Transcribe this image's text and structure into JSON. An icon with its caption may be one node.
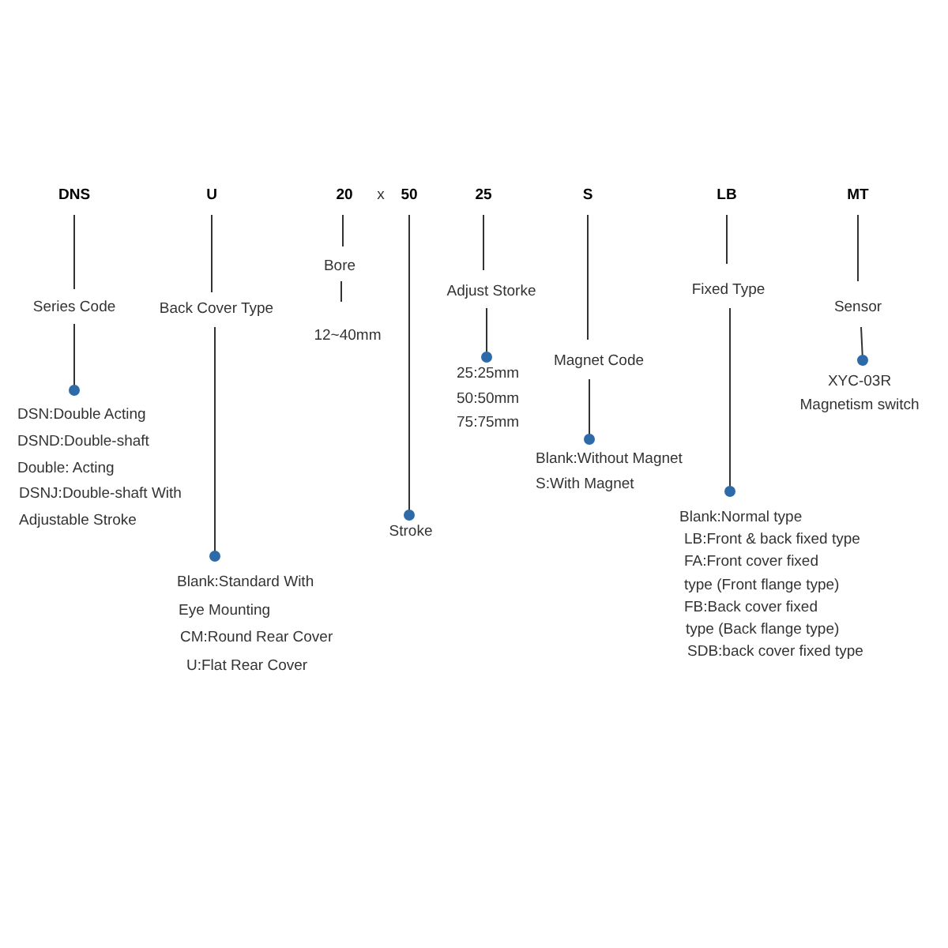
{
  "diagram": {
    "nodes": [
      {
        "text": [
          "DNS"
        ]
      },
      {
        "text": [
          "Series Code"
        ]
      },
      {
        "text": [
          "DSN:Double Acting",
          "DSND:Double-shaft",
          "Double: Acting",
          "DSNJ:Double-shaft With",
          "Adjustable Stroke"
        ]
      },
      {
        "text": [
          "U"
        ]
      },
      {
        "text": [
          "Back Cover Type"
        ]
      },
      {
        "text": [
          "Blank:Standard With",
          "Eye Mounting",
          "CM:Round Rear Cover",
          "U:Flat Rear Cover"
        ]
      },
      {
        "text": [
          "20"
        ]
      },
      {
        "text": [
          "Bore"
        ]
      },
      {
        "text": [
          "12~40mm"
        ]
      },
      {
        "text": [
          "50"
        ]
      },
      {
        "text": [
          "Stroke"
        ]
      },
      {
        "text": [
          "25"
        ]
      },
      {
        "text": [
          "Adjust Storke"
        ]
      },
      {
        "text": [
          "25:25mm",
          "50:50mm",
          "75:75mm"
        ]
      },
      {
        "text": [
          "S"
        ]
      },
      {
        "text": [
          "Magnet Code"
        ]
      },
      {
        "text": [
          "Blank:Without Magnet",
          "S:With Magnet"
        ]
      },
      {
        "text": [
          "LB"
        ]
      },
      {
        "text": [
          "Fixed Type"
        ]
      },
      {
        "text": [
          "Blank:Normal type",
          "LB:Front & back fixed type",
          "FA:Front cover fixed",
          "type (Front flange type)",
          "FB:Back cover fixed",
          "type (Back flange type)",
          "SDB:back cover fixed type"
        ]
      },
      {
        "text": [
          "MT"
        ]
      },
      {
        "text": [
          "Sensor"
        ]
      },
      {
        "text": [
          "XYC-03R",
          "Magnetism switch"
        ]
      }
    ],
    "edges": [
      {
        "from": 0,
        "to": 1,
        "arrow": "none"
      },
      {
        "from": 1,
        "to": 2,
        "arrow": "other"
      },
      {
        "from": 3,
        "to": 4,
        "arrow": "none"
      },
      {
        "from": 4,
        "to": 5,
        "arrow": "other"
      },
      {
        "from": 6,
        "to": 7,
        "arrow": "none"
      },
      {
        "from": 7,
        "to": 8,
        "arrow": "none"
      },
      {
        "from": 9,
        "to": 10,
        "arrow": "other"
      },
      {
        "from": 11,
        "to": 12,
        "arrow": "none"
      },
      {
        "from": 12,
        "to": 13,
        "arrow": "other"
      },
      {
        "from": 14,
        "to": 15,
        "arrow": "none"
      },
      {
        "from": 15,
        "to": 16,
        "arrow": "other"
      },
      {
        "from": 17,
        "to": 18,
        "arrow": "none"
      },
      {
        "from": 18,
        "to": 19,
        "arrow": "other"
      },
      {
        "from": 20,
        "to": 21,
        "arrow": "none"
      },
      {
        "from": 21,
        "to": 22,
        "arrow": "other"
      }
    ],
    "labels": [
      "x"
    ]
  }
}
